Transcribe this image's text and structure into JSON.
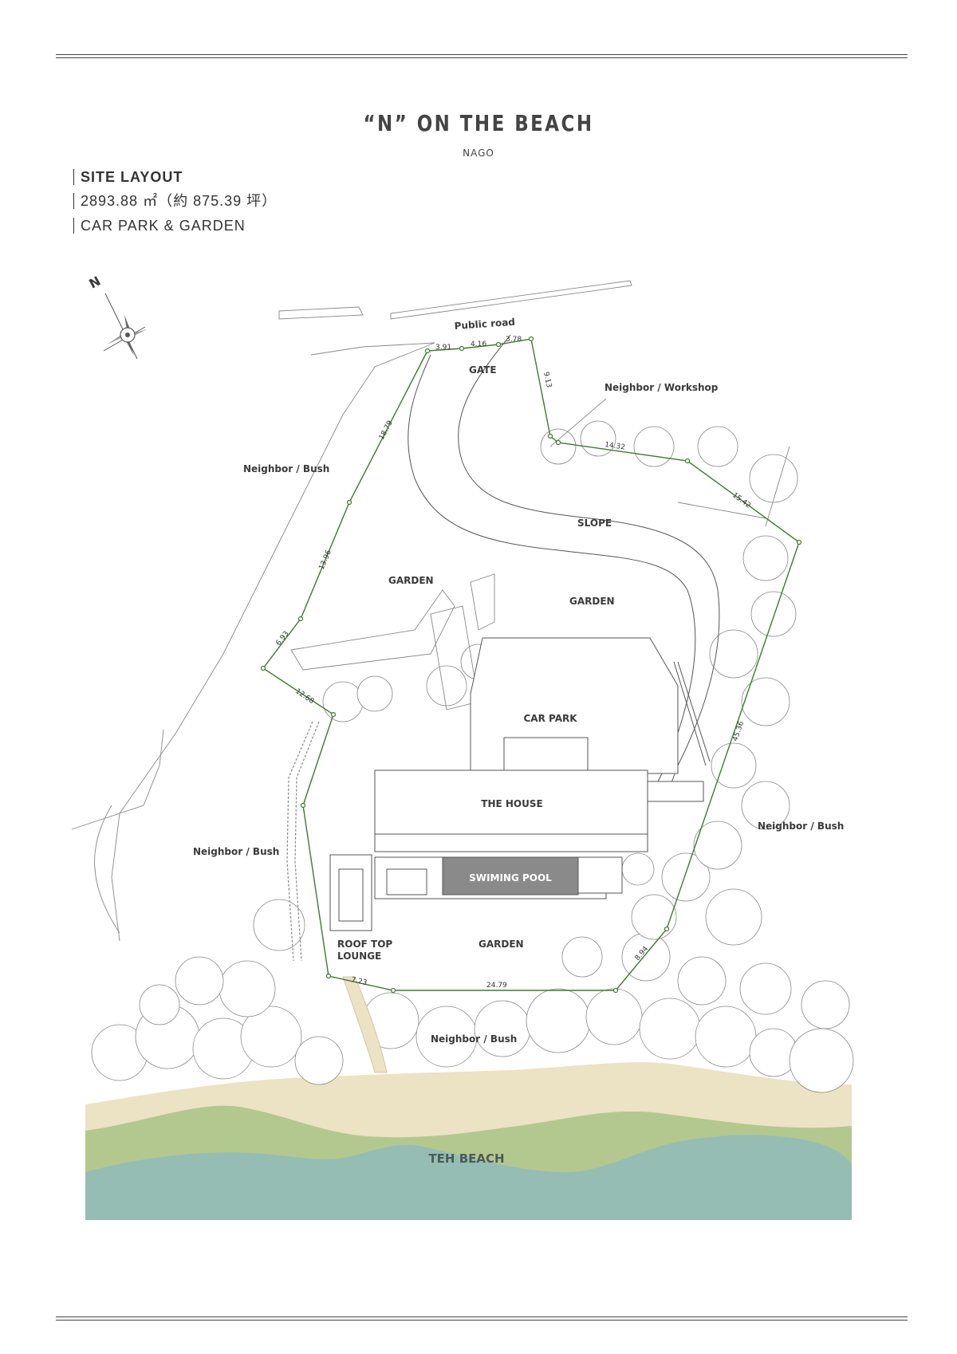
{
  "header": {
    "title": "“N” ON THE BEACH",
    "subtitle": "NAGO"
  },
  "site_info": {
    "heading": "SITE LAYOUT",
    "area": "2893.88 ㎡（約 875.39 坪）",
    "features": "CAR PARK & GARDEN"
  },
  "compass": {
    "label": "N"
  },
  "map_labels": {
    "public_road": "Public road",
    "gate": "GATE",
    "neighbor_workshop": "Neighbor / Workshop",
    "neighbor_bush_left_top": "Neighbor / Bush",
    "slope": "SLOPE",
    "garden_left": "GARDEN",
    "garden_right": "GARDEN",
    "car_park": "CAR PARK",
    "the_house": "THE HOUSE",
    "neighbor_bush_right": "Neighbor / Bush",
    "neighbor_bush_left_bottom": "Neighbor / Bush",
    "swimming_pool": "SWIMING POOL",
    "roof_top_lounge_1": "ROOF TOP",
    "roof_top_lounge_2": "LOUNGE",
    "garden_bottom": "GARDEN",
    "neighbor_bush_bottom": "Neighbor / Bush",
    "beach": "TEH BEACH"
  },
  "boundary_dimensions": {
    "d1": "3.91",
    "d2": "4.16",
    "d3": "3.78",
    "d4": "9.13",
    "d5": "14.32",
    "d6": "15.42",
    "d7": "45.36",
    "d8": "8.94",
    "d9": "24.79",
    "d10": "7.23",
    "d11": "12.68",
    "d12": "6.93",
    "d13": "13.96",
    "d14": "18.79"
  },
  "colors": {
    "boundary": "#3f7a2e",
    "sand": "#ece2c4",
    "grass": "#b3c88f",
    "sea": "#96bdb3",
    "pool": "#8a8a8a"
  }
}
